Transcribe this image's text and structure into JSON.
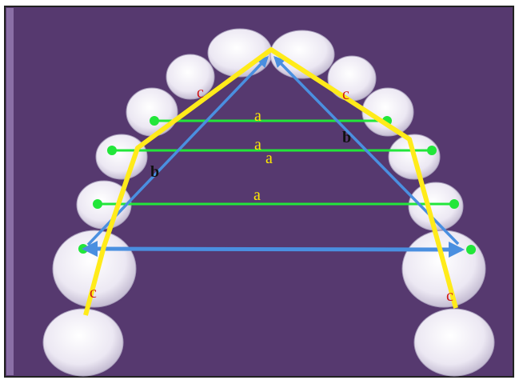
{
  "diagram": {
    "colors": {
      "background": "#56396f",
      "tooth_fill": "#f2eff6",
      "tooth_shadow": "#c9c2d6",
      "arch_line_c": "#ffeb1a",
      "arch_line_b": "#4a8fe0",
      "width_line_a": "#22e63a",
      "label_a": "#ffea00",
      "label_b": "#111111",
      "label_c": "#d01818"
    },
    "labels": {
      "a1": "a",
      "a2": "a",
      "a3": "a",
      "a4": "a",
      "b_left": "b",
      "b_right": "b",
      "c_left_upper": "c",
      "c_right_upper": "c",
      "c_left_lower": "c",
      "c_right_lower": "c"
    }
  }
}
